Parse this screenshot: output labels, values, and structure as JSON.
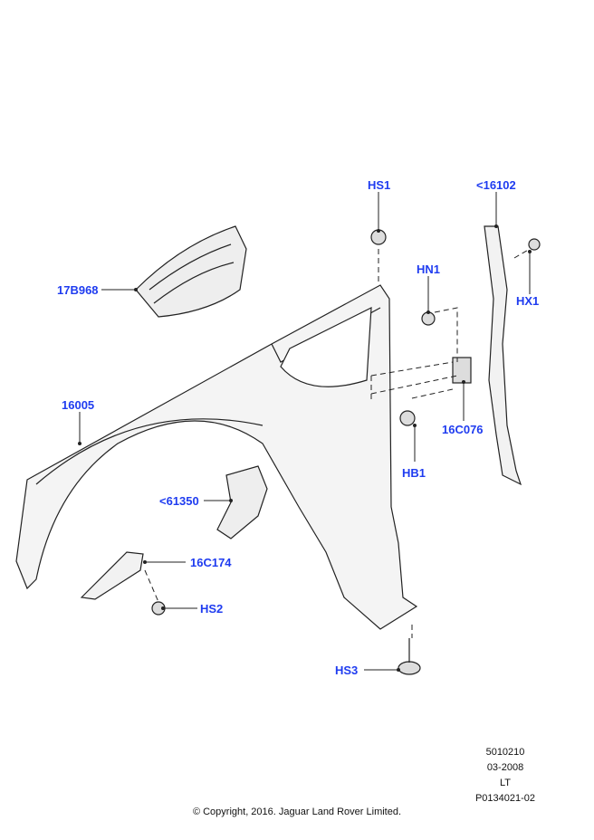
{
  "callouts": {
    "hs1": "HS1",
    "c16102": "<16102",
    "hn1": "HN1",
    "hx1": "HX1",
    "c17b968": "17B968",
    "c16005": "16005",
    "c16c076": "16C076",
    "hb1": "HB1",
    "c61350": "<61350",
    "c16c174": "16C174",
    "hs2": "HS2",
    "hs3": "HS3"
  },
  "info": {
    "code": "5010210",
    "date": "03-2008",
    "side": "LT",
    "part_ref": "P0134021-02"
  },
  "copyright": "© Copyright, 2016. Jaguar Land Rover Limited.",
  "colors": {
    "callout": "#1f3cf0",
    "line": "#222222"
  }
}
